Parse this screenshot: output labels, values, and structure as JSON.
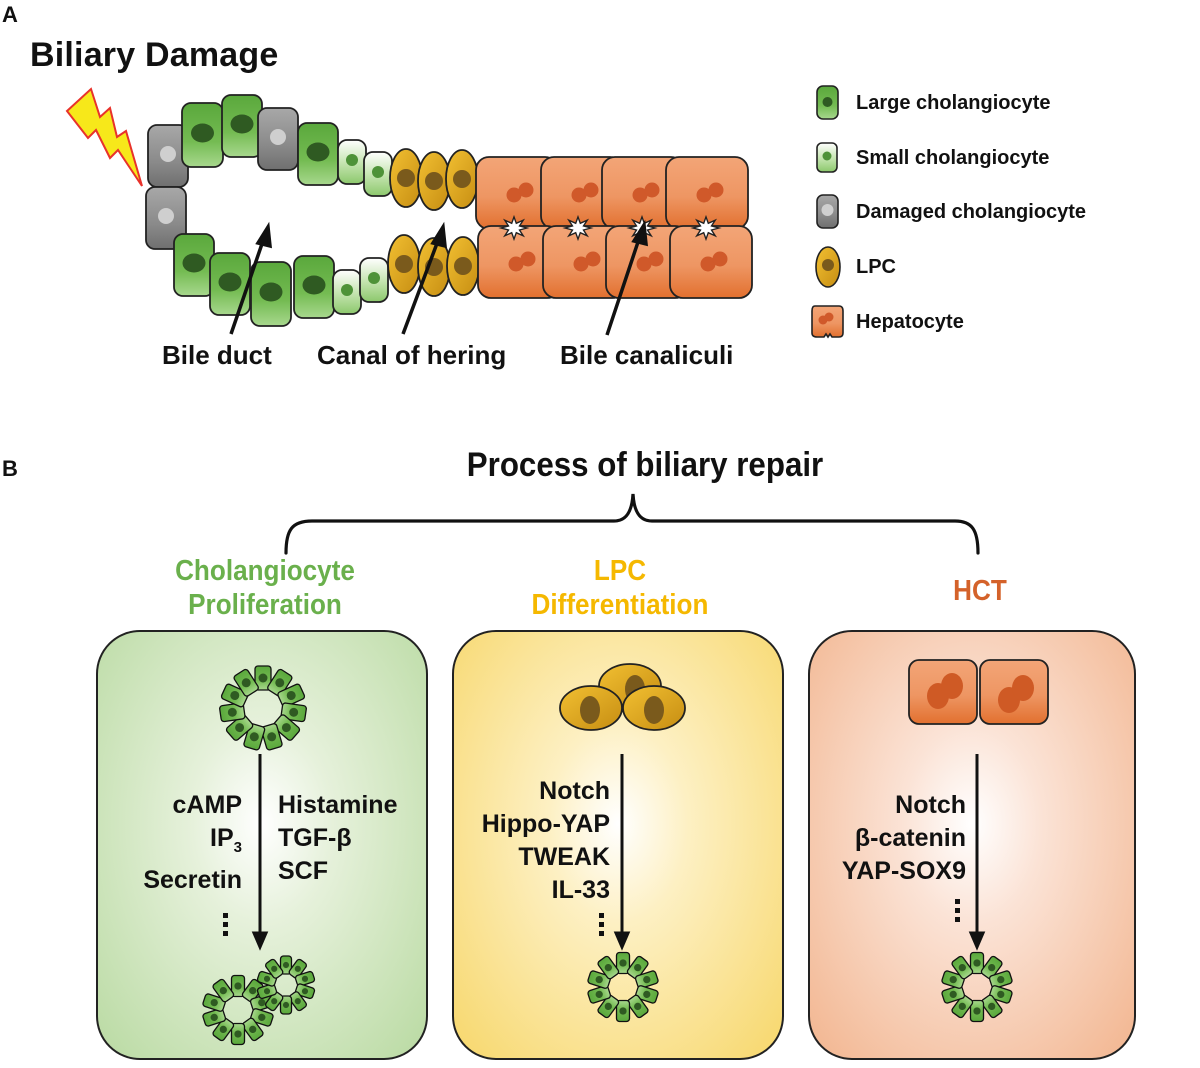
{
  "panel_a": {
    "letter": "A",
    "title": "Biliary Damage",
    "labels": {
      "bile_duct": "Bile duct",
      "canal_of_hering": "Canal of hering",
      "bile_canaliculi": "Bile canaliculi"
    },
    "legend": [
      {
        "icon": "large-cholangiocyte-icon",
        "label": "Large cholangiocyte"
      },
      {
        "icon": "small-cholangiocyte-icon",
        "label": "Small cholangiocyte"
      },
      {
        "icon": "damaged-cholangiocyte-icon",
        "label": "Damaged cholangiocyte"
      },
      {
        "icon": "lpc-icon",
        "label": "LPC"
      },
      {
        "icon": "hepatocyte-icon",
        "label": "Hepatocyte"
      }
    ],
    "colors": {
      "large_cholangiocyte": "#6ab04c",
      "small_cholangiocyte": "#a9d48e",
      "damaged_cholangiocyte": "#8c8c8c",
      "lpc": "#d9a21f",
      "hepatocyte": "#ec8a52",
      "lightning": "#f7e81a",
      "lightning_outline": "#e8322b"
    }
  },
  "panel_b": {
    "letter": "B",
    "title": "Process of biliary repair",
    "columns": [
      {
        "heading_line1": "Cholangiocyte",
        "heading_line2": "Proliferation",
        "color": "#6ab04c",
        "factors_left": [
          "cAMP",
          "IP",
          "Secretin"
        ],
        "ip_subscript": "3",
        "factors_right": [
          "Histamine",
          "TGF-β",
          "SCF"
        ],
        "ellipsis": "⋮"
      },
      {
        "heading_line1": "LPC",
        "heading_line2": "Differentiation",
        "color": "#f5b800",
        "factors": [
          "Notch",
          "Hippo-YAP",
          "TWEAK",
          "IL-33"
        ],
        "ellipsis": "⋮"
      },
      {
        "heading_line1": "HCT",
        "color": "#d4622a",
        "factors": [
          "Notch",
          "β-catenin",
          "YAP-SOX9"
        ],
        "ellipsis": "⋮"
      }
    ]
  }
}
